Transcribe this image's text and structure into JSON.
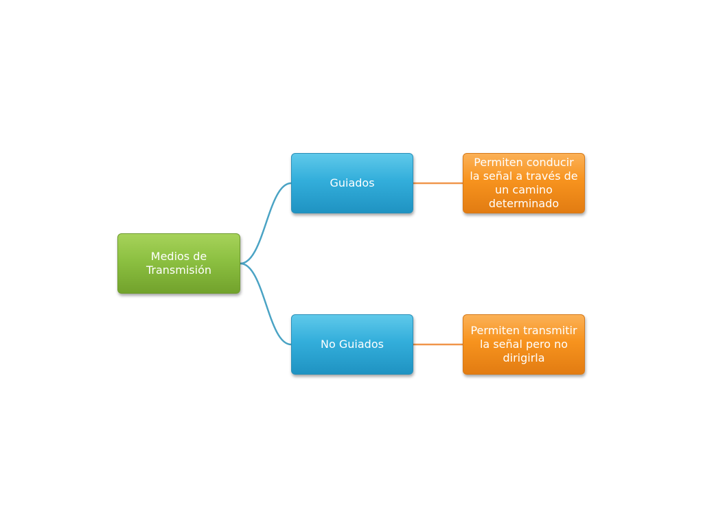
{
  "diagram": {
    "root": {
      "label": "Medios de Transmisión",
      "color": "#8cc041"
    },
    "branches": [
      {
        "label": "Guiados",
        "color": "#33aedb",
        "detail": {
          "label": "Permiten conducir la señal a través de un camino determinado",
          "color": "#f7931e"
        }
      },
      {
        "label": "No Guiados",
        "color": "#33aedb",
        "detail": {
          "label": "Permiten transmitir la señal pero no dirigirla",
          "color": "#f7931e"
        }
      }
    ],
    "connector_colors": {
      "root_to_branch": "#4aa3c4",
      "branch_to_detail": "#f0954a"
    }
  }
}
